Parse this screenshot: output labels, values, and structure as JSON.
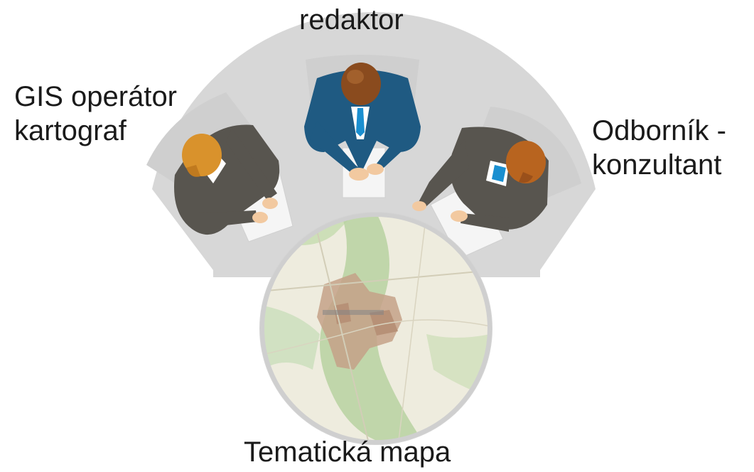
{
  "labels": {
    "editor": "redaktor",
    "gis_operator": [
      "GIS operátor",
      "kartograf"
    ],
    "expert": [
      "Odborník -",
      "konzultant"
    ],
    "map": "Tematická mapa"
  },
  "colors": {
    "table": "#d6d6d6",
    "chair": "#cfcfcf",
    "editor_suit": "#1f5a82",
    "editor_hair": "#8a4b1e",
    "gis_suit": "#58554f",
    "gis_hair": "#d9922c",
    "expert_suit": "#58554f",
    "expert_hair": "#b8641f",
    "skin": "#f2c9a0",
    "paper": "#f7f7f7",
    "map_bg": "#e9e6d3",
    "map_green": "#a9c98d",
    "map_town": "#b98d6e"
  },
  "icons": [
    "person-editor-icon",
    "person-gis-icon",
    "person-expert-icon",
    "thematic-map-icon"
  ]
}
